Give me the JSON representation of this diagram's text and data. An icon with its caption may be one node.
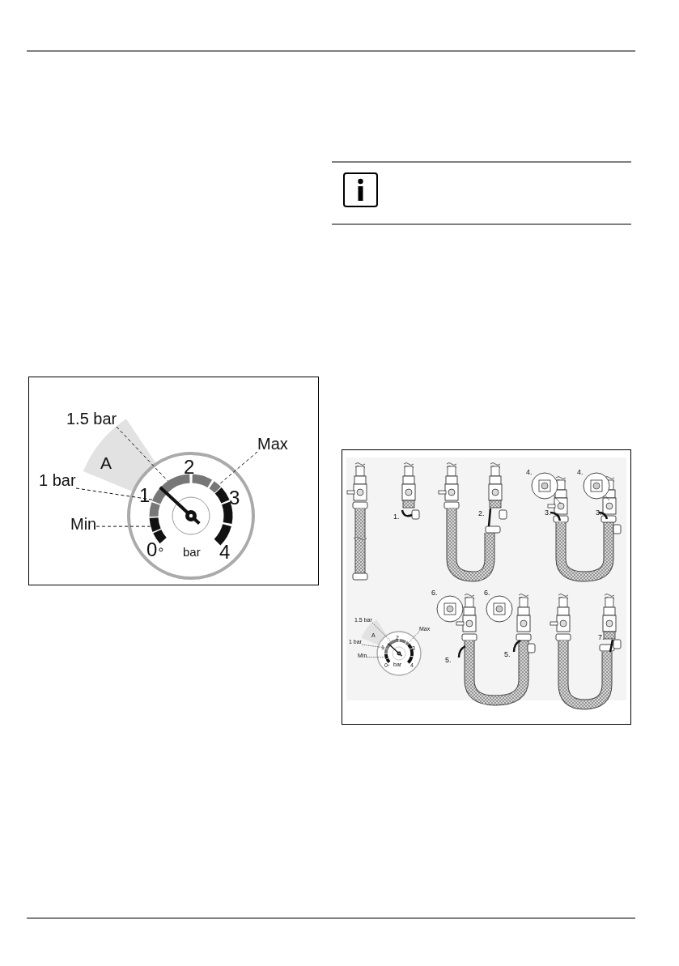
{
  "diagram": {
    "nodes": [
      {
        "text": [
          "1.5 bar"
        ]
      },
      {
        "text": [
          "1 bar"
        ]
      },
      {
        "text": [
          "Min"
        ]
      },
      {
        "text": [
          "Max"
        ]
      },
      {
        "text": [],
        "shape": "circle"
      },
      {
        "text": [
          "1.5 bar"
        ]
      },
      {
        "text": [
          "1 bar"
        ]
      },
      {
        "text": [
          "Min"
        ]
      },
      {
        "text": [
          "Max"
        ]
      },
      {
        "text": [],
        "shape": "circle"
      }
    ],
    "edges": [
      {
        "from": 0,
        "to": 4,
        "arrow": "none",
        "style": "dashed"
      },
      {
        "from": 1,
        "to": 4,
        "arrow": "none",
        "style": "dashed"
      },
      {
        "from": 2,
        "to": 4,
        "arrow": "none",
        "style": "dashed"
      },
      {
        "from": 3,
        "to": 4,
        "arrow": "none",
        "style": "dashed"
      },
      {
        "from": 5,
        "to": 9,
        "arrow": "none",
        "style": "dashed"
      },
      {
        "from": 6,
        "to": 9,
        "arrow": "none",
        "style": "dashed"
      },
      {
        "from": 7,
        "to": 9,
        "arrow": "none",
        "style": "dashed"
      },
      {
        "from": 8,
        "to": 9,
        "arrow": "none",
        "style": "dashed"
      }
    ],
    "labels": [
      "A",
      "2",
      "1",
      "3",
      "0",
      "bar",
      "4",
      "1.",
      "2.",
      "4.",
      "4.",
      "3.",
      "3.",
      "6.",
      "6.",
      "5.",
      "5.",
      "7.",
      "A",
      "2",
      "1",
      "3",
      "0",
      "bar",
      "4"
    ]
  }
}
